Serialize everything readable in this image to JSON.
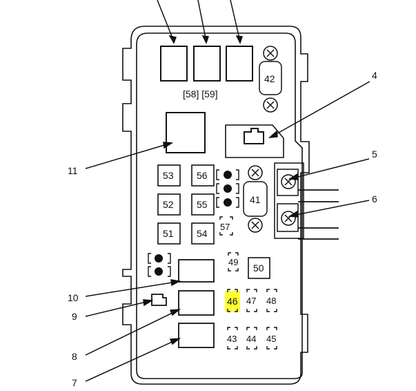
{
  "callouts": {
    "c4": "4",
    "c5": "5",
    "c6": "6",
    "c7": "7",
    "c8": "8",
    "c9": "9",
    "c10": "10",
    "c11": "11"
  },
  "bracket_label": "[58] [59]",
  "fuses": {
    "f41": "41",
    "f42": "42",
    "f43": "43",
    "f44": "44",
    "f45": "45",
    "f46": "46",
    "f47": "47",
    "f48": "48",
    "f49": "49",
    "f50": "50",
    "f51": "51",
    "f52": "52",
    "f53": "53",
    "f54": "54",
    "f55": "55",
    "f56": "56",
    "f57": "57"
  },
  "colors": {
    "line": "#111111",
    "highlight": "#ffff33"
  }
}
